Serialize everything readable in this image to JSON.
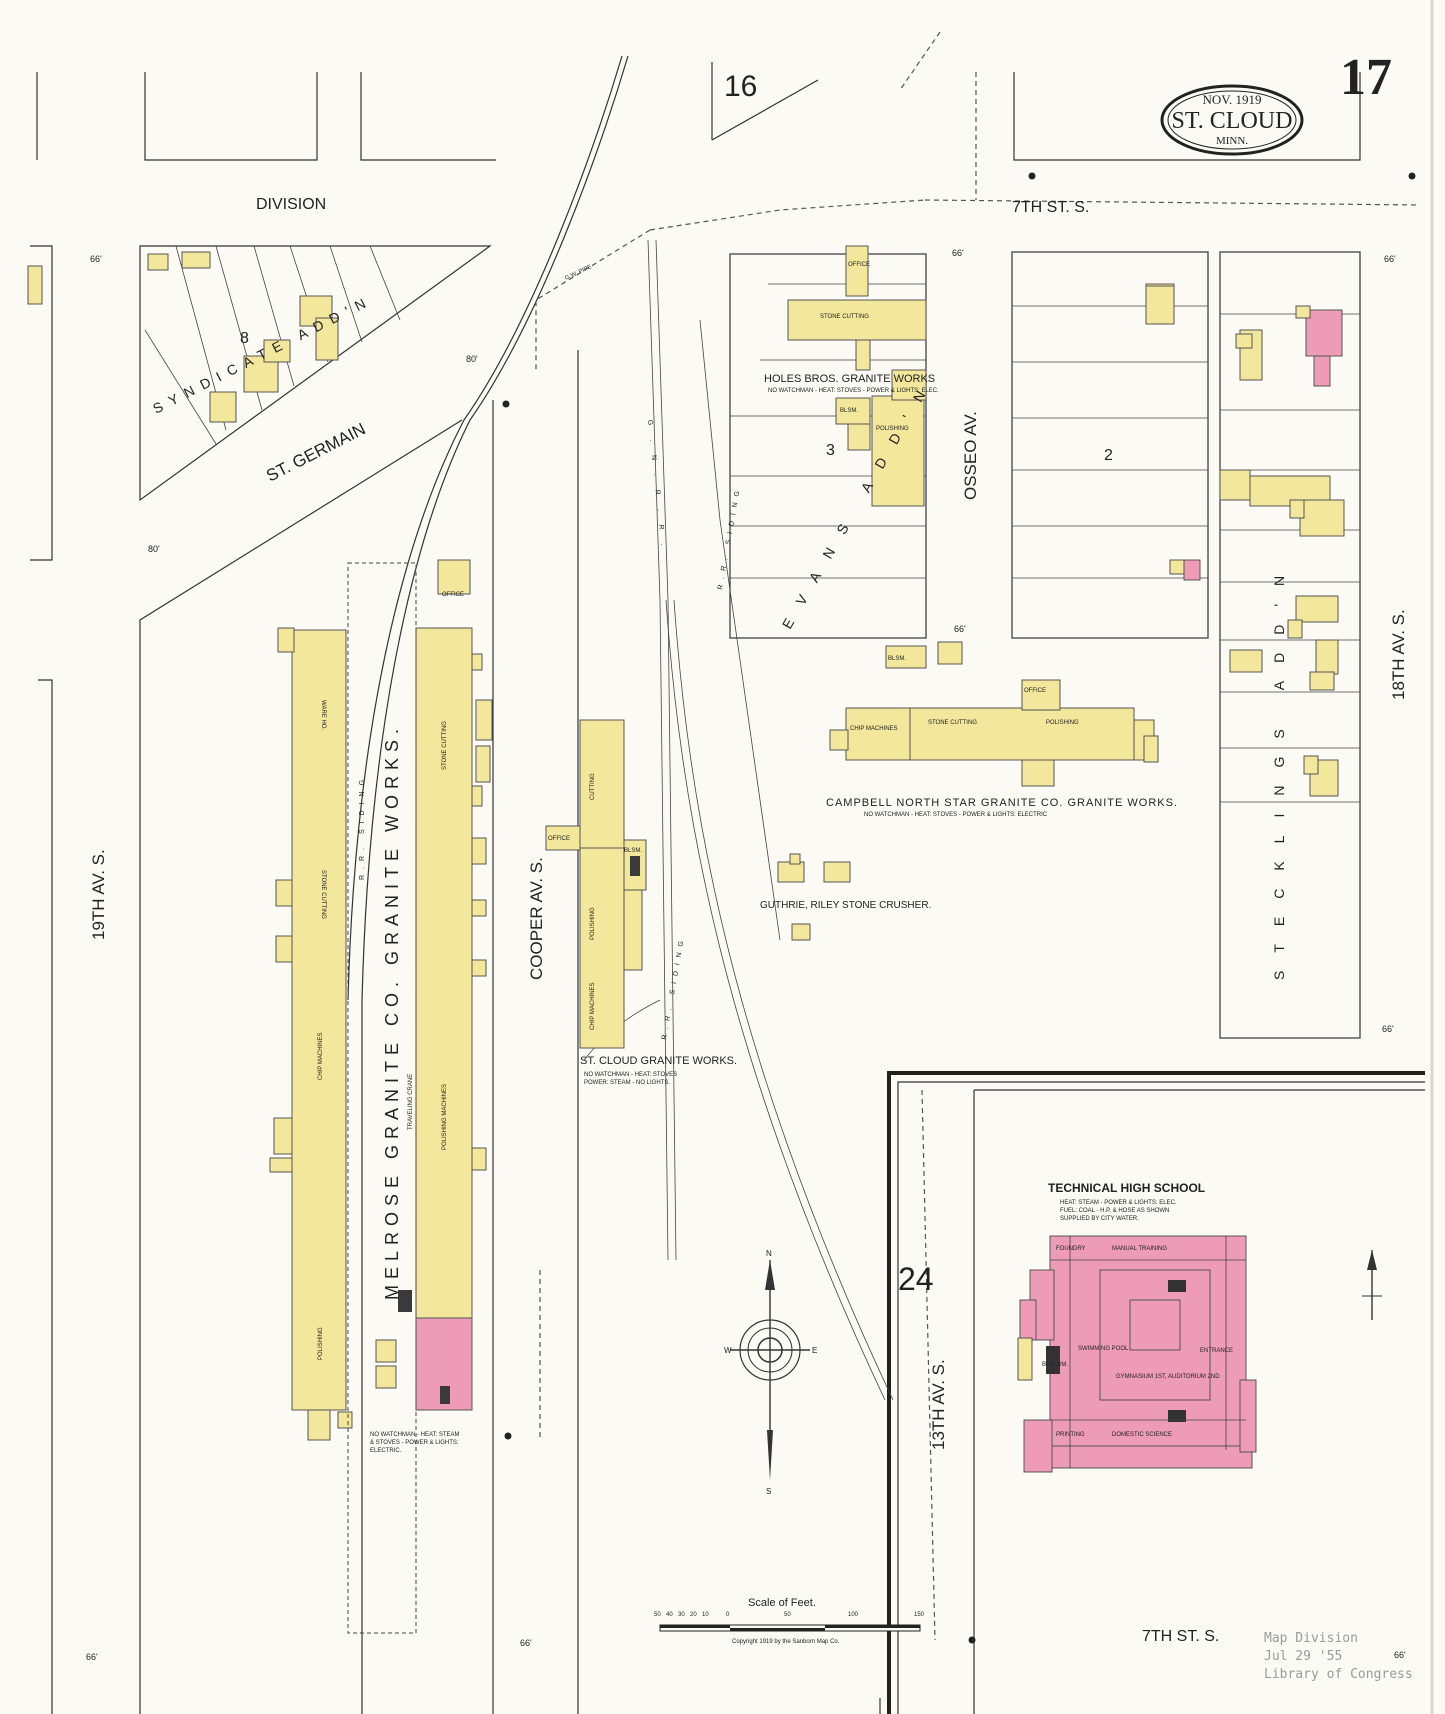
{
  "header": {
    "sheet_number": "17",
    "cartouche_date": "NOV. 1919",
    "cartouche_city": "ST. CLOUD",
    "cartouche_state": "MINN.",
    "adjacent_sheet_top": "16",
    "adjacent_sheet_right": "24"
  },
  "streets": {
    "division": "DIVISION",
    "st_germain": "ST. GERMAIN",
    "seventh_top": "7TH ST. S.",
    "seventh_bottom": "7TH ST. S.",
    "nineteenth": "19TH AV. S.",
    "cooper": "COOPER AV. S.",
    "osseo": "OSSEO AV.",
    "eighteenth": "18TH AV. S.",
    "thirteenth": "13TH AV. S."
  },
  "additions": {
    "syndicate": "SYNDICATE ADD'N",
    "evans": "EVANS ADD'N",
    "stecklings": "STECKLINGS ADD'N"
  },
  "blocks": [
    "8",
    "3",
    "2"
  ],
  "rail": {
    "gnrr": "G.N.R.R.",
    "siding_a": "R.R. SIDING",
    "siding_b": "R.R. SIDING",
    "siding_c": "R.R. SIDING",
    "gw_pipe": "G.W. PIPE"
  },
  "works": {
    "melrose": "MELROSE GRANITE CO. GRANITE WORKS.",
    "melrose_note_1": "NO WATCHMAN - HEAT: STEAM",
    "melrose_note_2": "& STOVES - POWER & LIGHTS:",
    "melrose_note_3": "ELECTRIC.",
    "melrose_rooms": [
      "WARE HO.",
      "STONE CUTTING",
      "CHIP MACHINES",
      "POLISHING",
      "STONE CUTTING",
      "POLISHING MACHINES",
      "OFFICE",
      "TRAVELING CRANE"
    ],
    "holes": "HOLES BROS. GRANITE WORKS",
    "holes_note": "NO WATCHMAN - HEAT: STOVES - POWER & LIGHTS: ELEC.",
    "holes_rooms": [
      "STONE CUTTING",
      "POLISHING",
      "OFFICE",
      "BLSM."
    ],
    "campbell": "CAMPBELL NORTH STAR GRANITE CO. GRANITE WORKS.",
    "campbell_note": "NO WATCHMAN - HEAT: STOVES - POWER & LIGHTS: ELECTRIC",
    "campbell_rooms": [
      "CHIP MACHINES",
      "STONE CUTTING",
      "POLISHING",
      "OFFICE",
      "BLSM."
    ],
    "stcloud": "ST. CLOUD GRANITE WORKS.",
    "stcloud_note_1": "NO WATCHMAN - HEAT: STOVES",
    "stcloud_note_2": "POWER: STEAM - NO LIGHTS.",
    "stcloud_rooms": [
      "CUTTING",
      "POLISHING",
      "CHIP MACHINES",
      "OFFICE",
      "BLSM."
    ],
    "guthrie": "GUTHRIE, RILEY STONE CRUSHER."
  },
  "school": {
    "name": "TECHNICAL HIGH SCHOOL",
    "note_1": "HEAT: STEAM - POWER & LIGHTS: ELEC.",
    "note_2": "FUEL: COAL - H.P. & HOSE AS SHOWN",
    "note_3": "SUPPLIED BY CITY WATER.",
    "rooms": [
      "FOUNDRY",
      "MANUAL TRAINING",
      "SWIMMING POOL",
      "GYMNASIUM 1ST, AUDITORIUM 2ND",
      "DOMESTIC SCIENCE",
      "PRINTING",
      "ENTRANCE",
      "BLR. RM."
    ]
  },
  "scale": {
    "title": "Scale of Feet.",
    "ticks": [
      "50",
      "40",
      "30",
      "20",
      "10",
      "0",
      "50",
      "100",
      "150"
    ],
    "copyright": "Copyright 1919 by the Sanborn Map Co."
  },
  "stamp": {
    "line1": "Map Division",
    "line2": "Jul 29 '55",
    "line3": "Library of Congress"
  },
  "compass": {
    "north": "N",
    "south": "S",
    "east": "E",
    "west": "W"
  },
  "street_widths": [
    "66'",
    "66'",
    "66'",
    "66'",
    "66'",
    "66'",
    "66'",
    "66'",
    "80'",
    "80'"
  ],
  "colors": {
    "frame": "#22201c",
    "frame_bg": "#fbfaf4",
    "frame_yellow": "#f3e79b",
    "brick": "#ee9bb7"
  }
}
